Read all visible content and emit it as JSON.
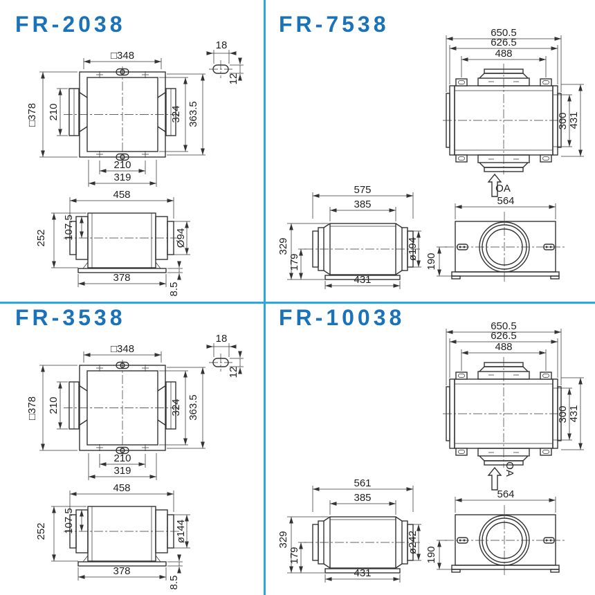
{
  "page": {
    "divider_color": "#2aa7df",
    "title_color": "#1a72b8",
    "line_color": "#333333"
  },
  "models": {
    "fr2038": {
      "title": "FR-2038",
      "top_view": {
        "duct_opening": "□348",
        "overall": "□378",
        "flange_height": "210",
        "inner_height": "324",
        "mount_height": "363.5",
        "mount_spacing": "210",
        "mount_width": "319",
        "key_slot_width": "18",
        "key_slot_height": "12"
      },
      "side_view": {
        "overall_width": "458",
        "body_height": "252",
        "axis_height": "107.5",
        "collar_dia": "Ø94",
        "base_width": "378",
        "base_thickness": "8.5"
      }
    },
    "fr3538": {
      "title": "FR-3538",
      "top_view": {
        "duct_opening": "□348",
        "overall": "□378",
        "flange_height": "210",
        "inner_height": "324",
        "mount_height": "363.5",
        "mount_spacing": "210",
        "mount_width": "319",
        "key_slot_width": "18",
        "key_slot_height": "12"
      },
      "side_view": {
        "overall_width": "458",
        "body_height": "252",
        "axis_height": "107.5",
        "collar_dia": "ø144",
        "base_width": "378",
        "base_thickness": "8.5"
      }
    },
    "fr7538": {
      "title": "FR-7538",
      "top_view": {
        "overall_width": "650.5",
        "flange_width": "626.5",
        "collar_width": "488",
        "inner_height": "300",
        "body_height": "431",
        "airflow_label": "OA"
      },
      "side_view": {
        "overall_width": "575",
        "body_width": "385",
        "overall_height": "329",
        "axis_height": "179",
        "collar_dia": "ø194",
        "base_width": "431"
      },
      "end_view": {
        "width": "564",
        "axis_height": "190"
      }
    },
    "fr10038": {
      "title": "FR-10038",
      "top_view": {
        "overall_width": "650.5",
        "flange_width": "626.5",
        "collar_width": "488",
        "inner_height": "300",
        "body_height": "431",
        "airflow_label": "OA"
      },
      "side_view": {
        "overall_width": "561",
        "body_width": "385",
        "overall_height": "329",
        "axis_height": "179",
        "collar_dia": "ø242",
        "base_width": "431"
      },
      "end_view": {
        "width": "564",
        "axis_height": "190"
      }
    }
  }
}
